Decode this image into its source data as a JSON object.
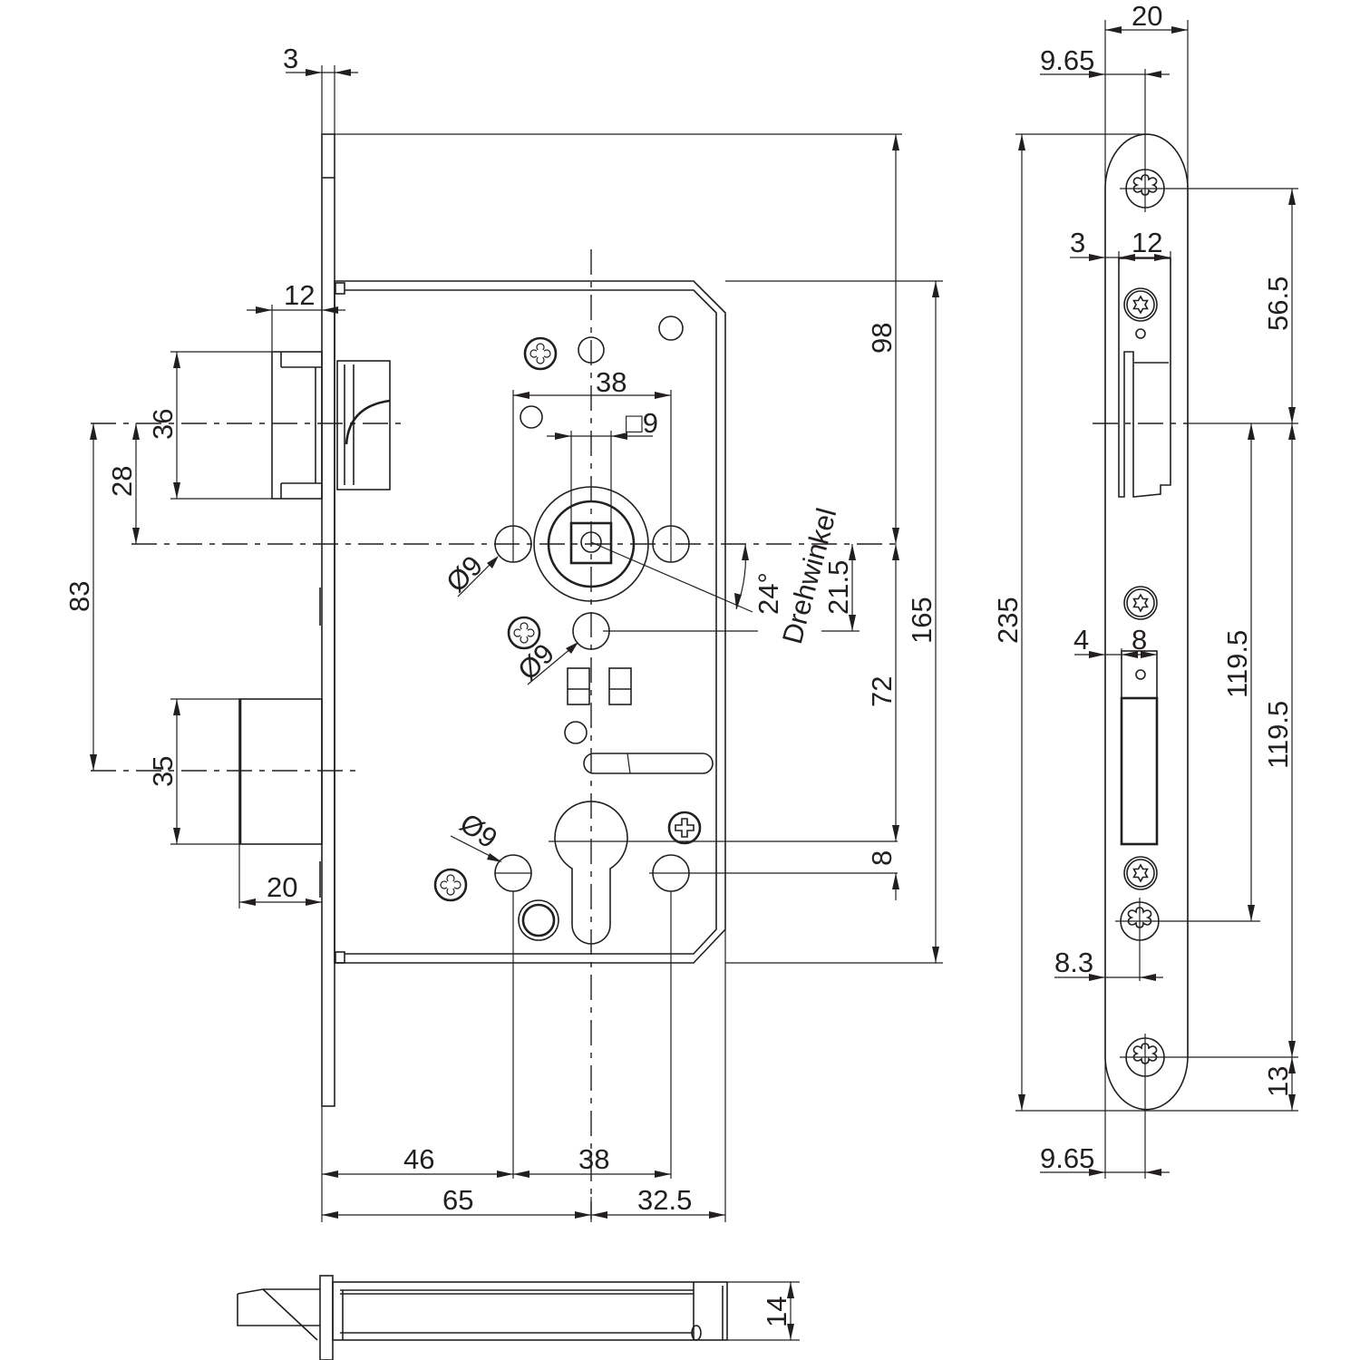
{
  "drawing": {
    "title": "Mortise lock technical drawing",
    "line_color": "#231f20",
    "background": "#ffffff"
  },
  "front_view": {
    "dimensions": {
      "faceplate_thickness": "3",
      "latch_projection": "12",
      "latch_height": "36",
      "latch_to_follower": "28",
      "latch_to_bolt": "83",
      "bolt_height": "35",
      "bolt_throw": "20",
      "follower_square": "□9",
      "follower_hole_spacing": "38",
      "hole_dia_1": "Ø9",
      "hole_dia_2": "Ø9",
      "hole_dia_3": "Ø9",
      "rotation_angle": "24°",
      "rotation_label": "Drehwinkel",
      "top_to_follower": "98",
      "follower_to_hole": "21.5",
      "follower_to_cylinder": "72",
      "cylinder_offset": "8",
      "case_height": "165",
      "backset_holes": "46",
      "cylinder_hole_spacing": "38",
      "backset": "65",
      "backset_rear": "32.5"
    }
  },
  "bottom_view": {
    "dimensions": {
      "case_thickness": "14"
    }
  },
  "faceplate_view": {
    "dimensions": {
      "faceplate_width": "20",
      "screw_offset_top": "9.65",
      "screw_offset_bottom": "9.65",
      "latch_slot_offset": "3",
      "latch_slot_width": "12",
      "bolt_slot_offset": "4",
      "bolt_slot_width": "8",
      "screw_center_offset": "8.3",
      "faceplate_length": "235",
      "top_screw_to_follower": "56.5",
      "follower_to_lower_screw": "119.5",
      "follower_to_bottom_screw": "119.5",
      "bottom_screw_to_end": "13"
    }
  }
}
